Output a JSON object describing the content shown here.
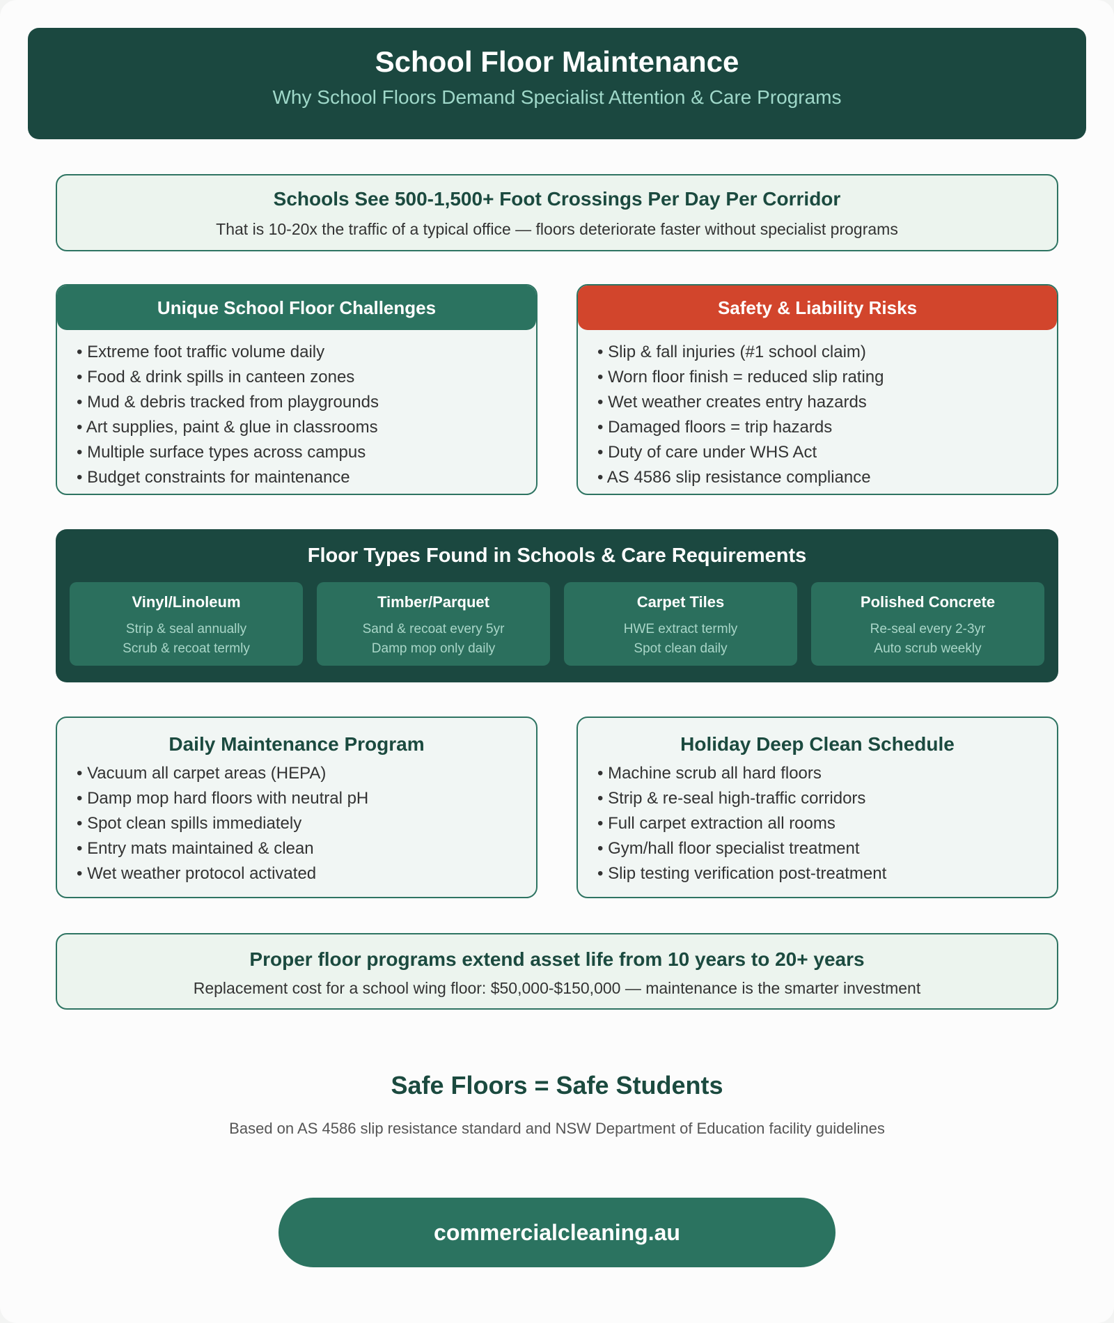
{
  "header": {
    "title": "School Floor Maintenance",
    "subtitle": "Why School Floors Demand Specialist Attention & Care Programs"
  },
  "traffic_callout": {
    "heading": "Schools See 500-1,500+ Foot Crossings Per Day Per Corridor",
    "text": "That is 10-20x the traffic of a typical office — floors deteriorate faster without specialist programs"
  },
  "challenges": {
    "title": "Unique School Floor Challenges",
    "items": [
      "Extreme foot traffic volume daily",
      "Food & drink spills in canteen zones",
      "Mud & debris tracked from playgrounds",
      "Art supplies, paint & glue in classrooms",
      "Multiple surface types across campus",
      "Budget constraints for maintenance"
    ]
  },
  "safety": {
    "title": "Safety & Liability Risks",
    "items": [
      "Slip & fall injuries (#1 school claim)",
      "Worn floor finish = reduced slip rating",
      "Wet weather creates entry hazards",
      "Damaged floors = trip hazards",
      "Duty of care under WHS Act",
      "AS 4586 slip resistance compliance"
    ]
  },
  "floor_types": {
    "title": "Floor Types Found in Schools & Care Requirements",
    "types": [
      {
        "name": "Vinyl/Linoleum",
        "line1": "Strip & seal annually",
        "line2": "Scrub & recoat termly"
      },
      {
        "name": "Timber/Parquet",
        "line1": "Sand & recoat every 5yr",
        "line2": "Damp mop only daily"
      },
      {
        "name": "Carpet Tiles",
        "line1": "HWE extract termly",
        "line2": "Spot clean daily"
      },
      {
        "name": "Polished Concrete",
        "line1": "Re-seal every 2-3yr",
        "line2": "Auto scrub weekly"
      }
    ]
  },
  "daily_program": {
    "title": "Daily Maintenance Program",
    "items": [
      "Vacuum all carpet areas (HEPA)",
      "Damp mop hard floors with neutral pH",
      "Spot clean spills immediately",
      "Entry mats maintained & clean",
      "Wet weather protocol activated"
    ]
  },
  "holiday_schedule": {
    "title": "Holiday Deep Clean Schedule",
    "items": [
      "Machine scrub all hard floors",
      "Strip & re-seal high-traffic corridors",
      "Full carpet extraction all rooms",
      "Gym/hall floor specialist treatment",
      "Slip testing verification post-treatment"
    ]
  },
  "asset_callout": {
    "heading": "Proper floor programs extend asset life from 10 years to 20+ years",
    "text": "Replacement cost for a school wing floor: $50,000-$150,000 — maintenance is the smarter investment"
  },
  "footer": {
    "tagline": "Safe Floors = Safe Students",
    "source": "Based on AS 4586 slip resistance standard and NSW Department of Education facility guidelines",
    "cta": "commercialcleaning.au"
  },
  "colors": {
    "dark_green": "#1b4840",
    "mid_green": "#2b7360",
    "alert_red": "#d2452c",
    "light_bg": "#ecf4ee"
  }
}
